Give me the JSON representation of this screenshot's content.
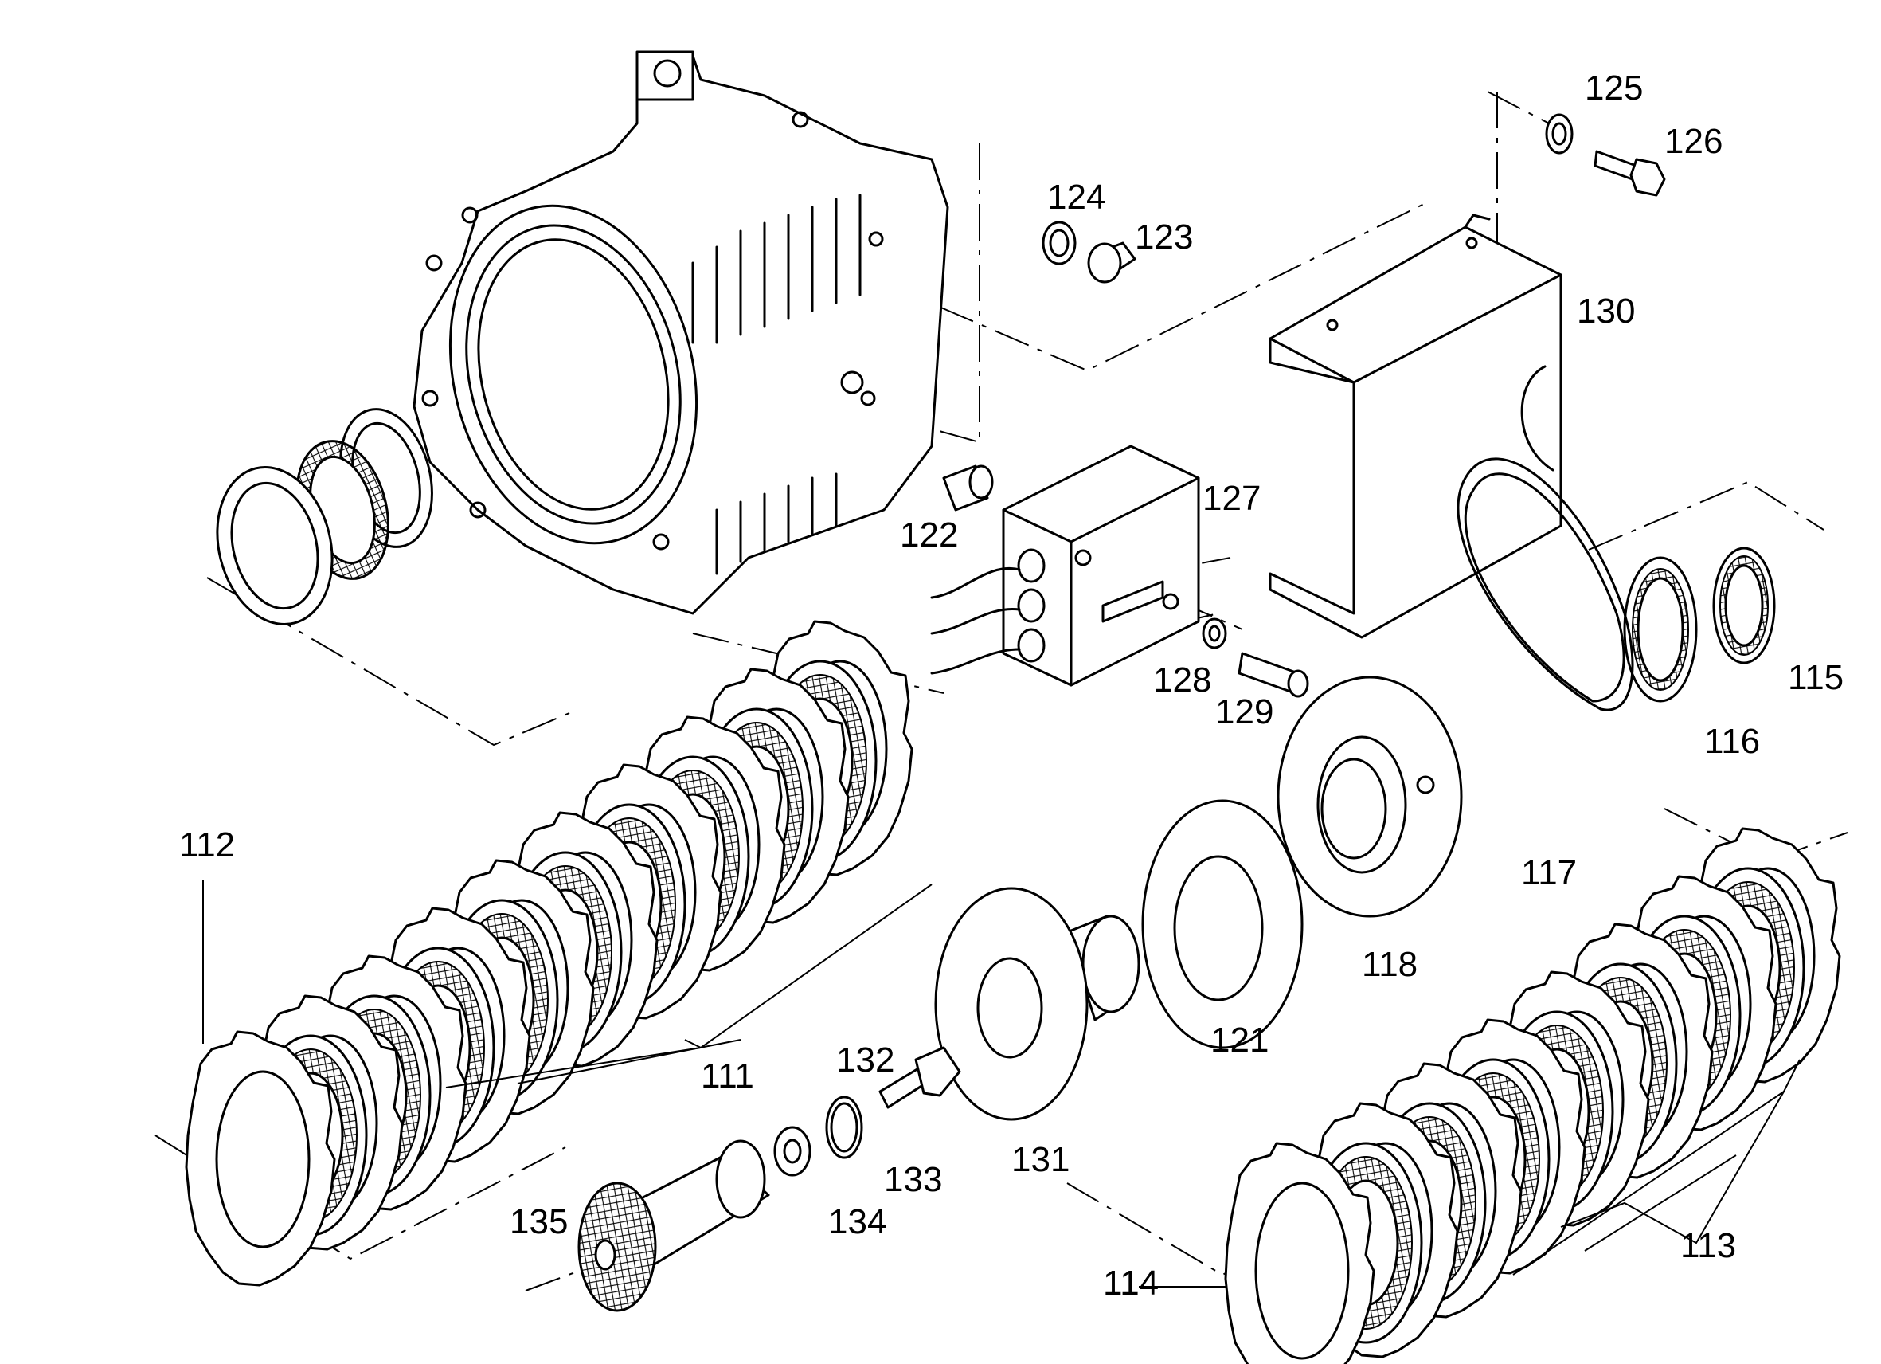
{
  "labels": {
    "l111": "111",
    "l112": "112",
    "l113": "113",
    "l114": "114",
    "l115": "115",
    "l116": "116",
    "l117": "117",
    "l118": "118",
    "l121": "121",
    "l122": "122",
    "l123": "123",
    "l124": "124",
    "l125": "125",
    "l126": "126",
    "l127": "127",
    "l128": "128",
    "l129": "129",
    "l130": "130",
    "l131": "131",
    "l132": "132",
    "l133": "133",
    "l134": "134",
    "l135": "135"
  }
}
